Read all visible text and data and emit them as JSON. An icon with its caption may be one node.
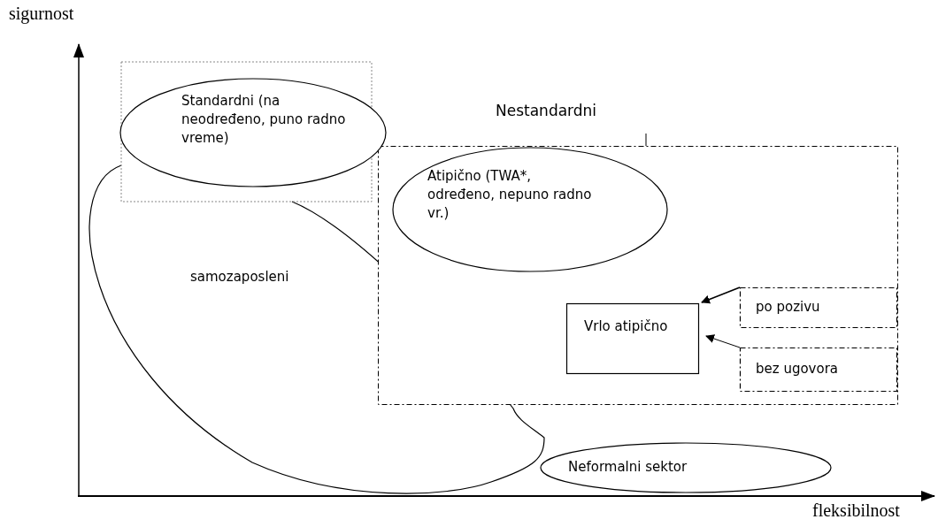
{
  "diagram": {
    "nodes": [
      {
        "text": [
          "Standardni (na neodređeno, puno radno vreme)"
        ]
      },
      {
        "text": [
          "Nestandardni"
        ]
      },
      {
        "text": [
          "Atipično (TWA*, određeno, nepuno radno vr.)"
        ],
        "in": 1
      },
      {
        "text": [
          "Vrlo atipično"
        ],
        "in": 1
      },
      {
        "text": [
          "po pozivu"
        ],
        "in": 1
      },
      {
        "text": [
          "bez ugovora"
        ],
        "in": 1
      },
      {
        "text": [
          "samozaposleni"
        ]
      },
      {
        "text": [
          "Neformalni sektor"
        ]
      }
    ],
    "edges": [
      {
        "from": 4,
        "to": 3,
        "arrow": "to"
      },
      {
        "from": 5,
        "to": 3,
        "arrow": "to"
      }
    ],
    "labels": [
      "sigurnost",
      "fleksibilnost"
    ]
  }
}
